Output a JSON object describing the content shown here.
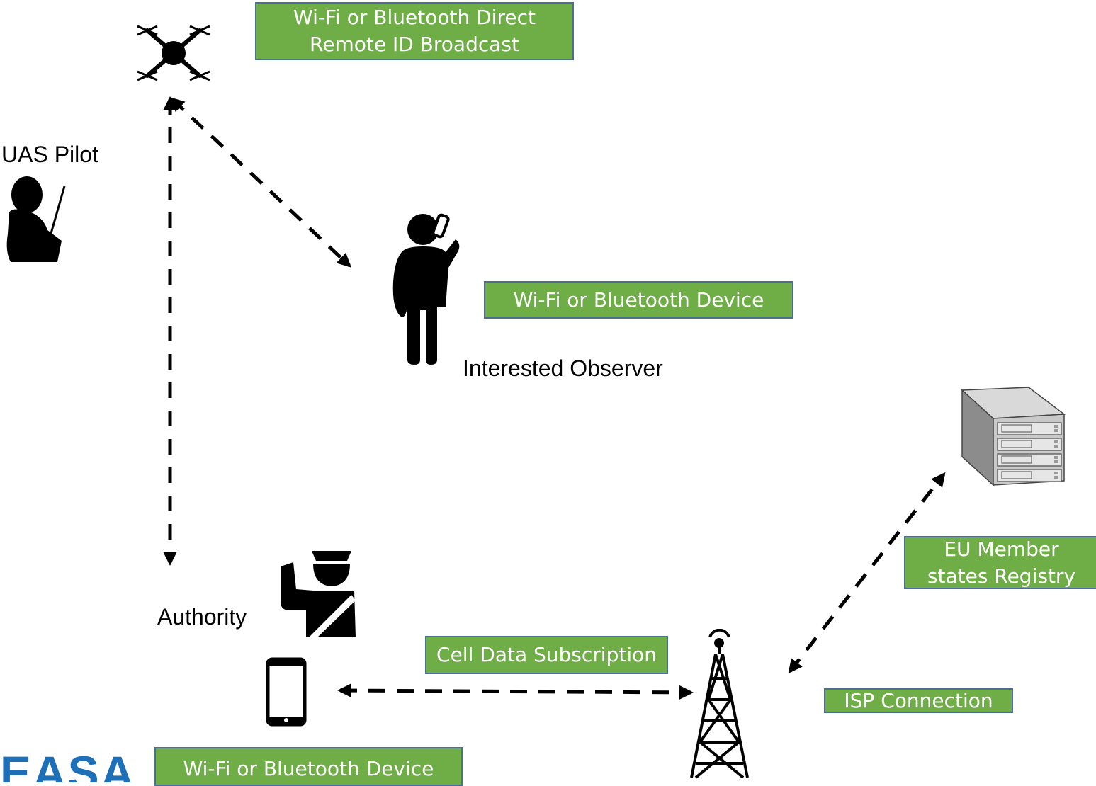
{
  "boxes": {
    "broadcast_line1": "Wi-Fi or Bluetooth Direct",
    "broadcast_line2": "Remote ID Broadcast",
    "observer_device": "Wi-Fi or Bluetooth Device",
    "registry_line1": "EU Member",
    "registry_line2": "states Registry",
    "cell": "Cell Data Subscription",
    "isp": "ISP Connection",
    "authority_device": "Wi-Fi or Bluetooth Device"
  },
  "labels": {
    "pilot": "UAS Pilot",
    "observer": "Interested Observer",
    "authority": "Authority"
  },
  "logo": "EASA",
  "colors": {
    "box_fill": "#6fad47",
    "box_border": "#4a6f8f",
    "logo": "#1d6fb8",
    "icon": "#000000"
  }
}
